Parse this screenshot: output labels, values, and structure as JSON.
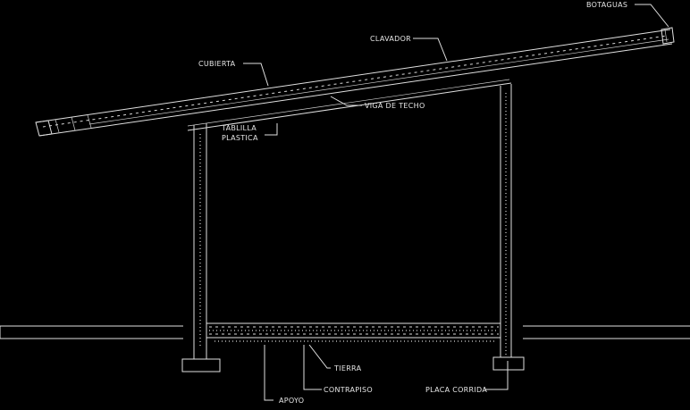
{
  "labels": {
    "botaguas": "BOTAGUAS",
    "clavador": "CLAVADOR",
    "cubierta": "CUBIERTA",
    "viga_techo": "VIGA DE TECHO",
    "tablilla_1": "TABLILLA",
    "tablilla_2": "PLASTICA",
    "tierra": "TIERRA",
    "contrapiso": "CONTRAPISO",
    "placa": "PLACA CORRIDA",
    "apoyo": "APOYO"
  },
  "colors": {
    "background": "#000000",
    "linework": "#e0e0e0"
  }
}
